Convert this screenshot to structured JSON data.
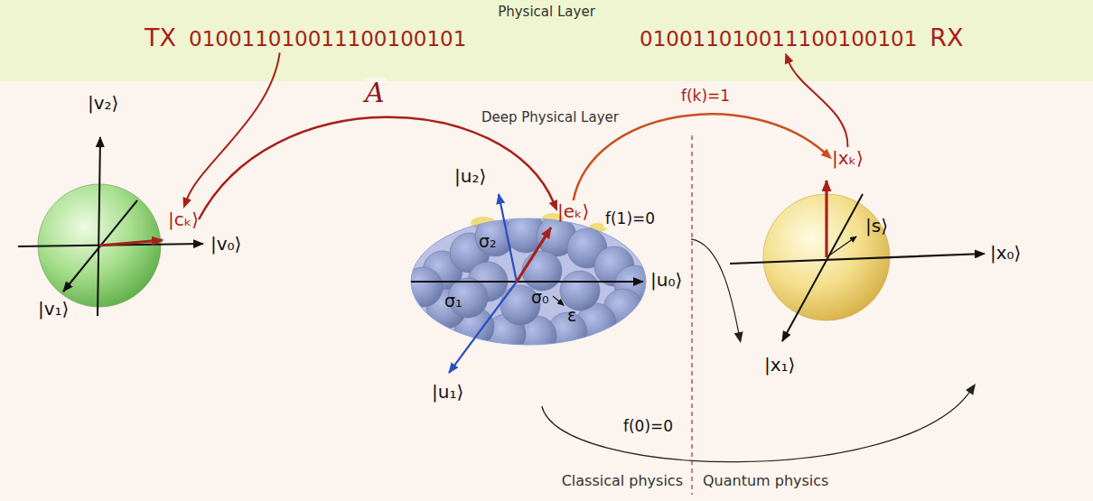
{
  "diagram": {
    "nodes": [
      {
        "text": [
          "Physical Layer"
        ]
      },
      {
        "text": [
          "TX",
          "010011010011100100101"
        ],
        "in": 0
      },
      {
        "text": [
          "010011010011100100101",
          "RX"
        ],
        "in": 0
      },
      {
        "text": [
          "|v₂⟩",
          "|v₁⟩",
          "|v₀⟩"
        ]
      },
      {
        "text": [
          "|cₖ⟩"
        ],
        "in": 3
      },
      {
        "text": [
          "|u₂⟩",
          "σ₂",
          "σ₁",
          "σ₀",
          "ε",
          "|u₀⟩",
          "|u₁⟩"
        ]
      },
      {
        "text": [
          "|eₖ⟩"
        ],
        "in": 5
      },
      {
        "text": [
          "|s⟩",
          "|x₁⟩",
          "|x₀⟩"
        ]
      },
      {
        "text": [
          "|xₖ⟩"
        ],
        "in": 7
      }
    ],
    "edges": [
      {
        "from": 1,
        "to": 4,
        "arrow": "to"
      },
      {
        "from": 4,
        "to": 6,
        "label": "A",
        "arrow": "to"
      },
      {
        "from": 6,
        "to": 8,
        "label": "f(k)=1",
        "arrow": "to"
      },
      {
        "from": 5,
        "to": 7,
        "label": "f(1)=0",
        "arrow": "to"
      },
      {
        "from": 5,
        "to": 7,
        "label": "f(0)=0",
        "arrow": "to"
      },
      {
        "from": 8,
        "to": 2,
        "arrow": "to"
      }
    ],
    "labels": [
      "Deep Physical Layer",
      "Classical physics",
      "Quantum physics"
    ]
  }
}
